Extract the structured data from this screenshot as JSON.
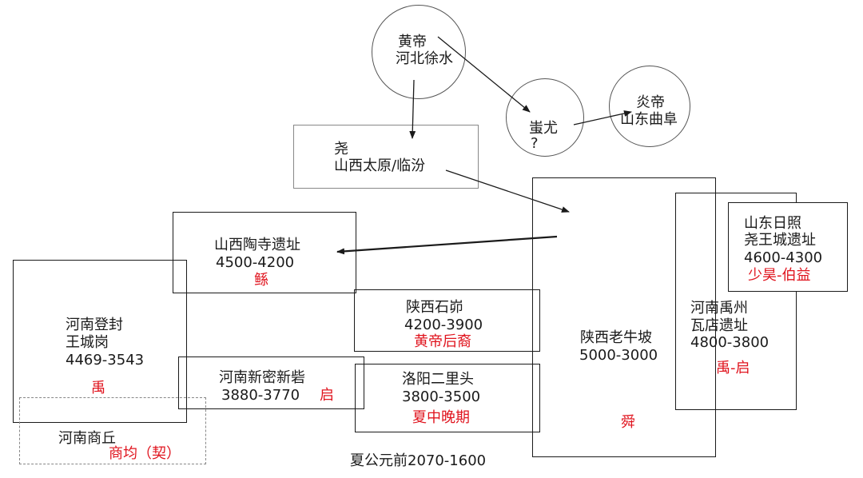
{
  "colors": {
    "text": "#1a1a1a",
    "accent": "#e0141e",
    "line": "#1a1a1a"
  },
  "huangdi": {
    "name": "黄帝",
    "place": "河北徐水"
  },
  "chiyou": {
    "name": "蚩尤",
    "place": "?"
  },
  "yandi": {
    "name": "炎帝",
    "place": "山东曲阜"
  },
  "yao": {
    "name": "尧",
    "place": "山西太原/临汾"
  },
  "taosi": {
    "place": "山西陶寺遗址",
    "dates": "4500-4200",
    "ruler": "鲧"
  },
  "dengfeng": {
    "place1": "河南登封",
    "place2": "王城岗",
    "dates": "4469-3543",
    "ruler": "禹"
  },
  "shangqiu": {
    "place": "河南商丘",
    "ruler": "商均（契）"
  },
  "shimao": {
    "place": "陕西石峁",
    "dates": "4200-3900",
    "note": "黄帝后裔"
  },
  "xinzhai": {
    "place": "河南新密新砦",
    "dates": "3880-3770",
    "ruler": "启"
  },
  "erlitou": {
    "place": "洛阳二里头",
    "dates": "3800-3500",
    "note": "夏中晚期"
  },
  "laoniupo": {
    "place": "陕西老牛坡",
    "dates": "5000-3000",
    "ruler": "舜"
  },
  "wadian": {
    "place1": "河南禹州",
    "place2": "瓦店遗址",
    "dates": "4800-3800",
    "ruler": "禹-启"
  },
  "rizhao": {
    "place1": "山东日照",
    "place2": "尧王城遗址",
    "dates": "4600-4300",
    "ruler": "少昊-伯益"
  },
  "footer": {
    "caption": "夏公元前2070-1600"
  }
}
